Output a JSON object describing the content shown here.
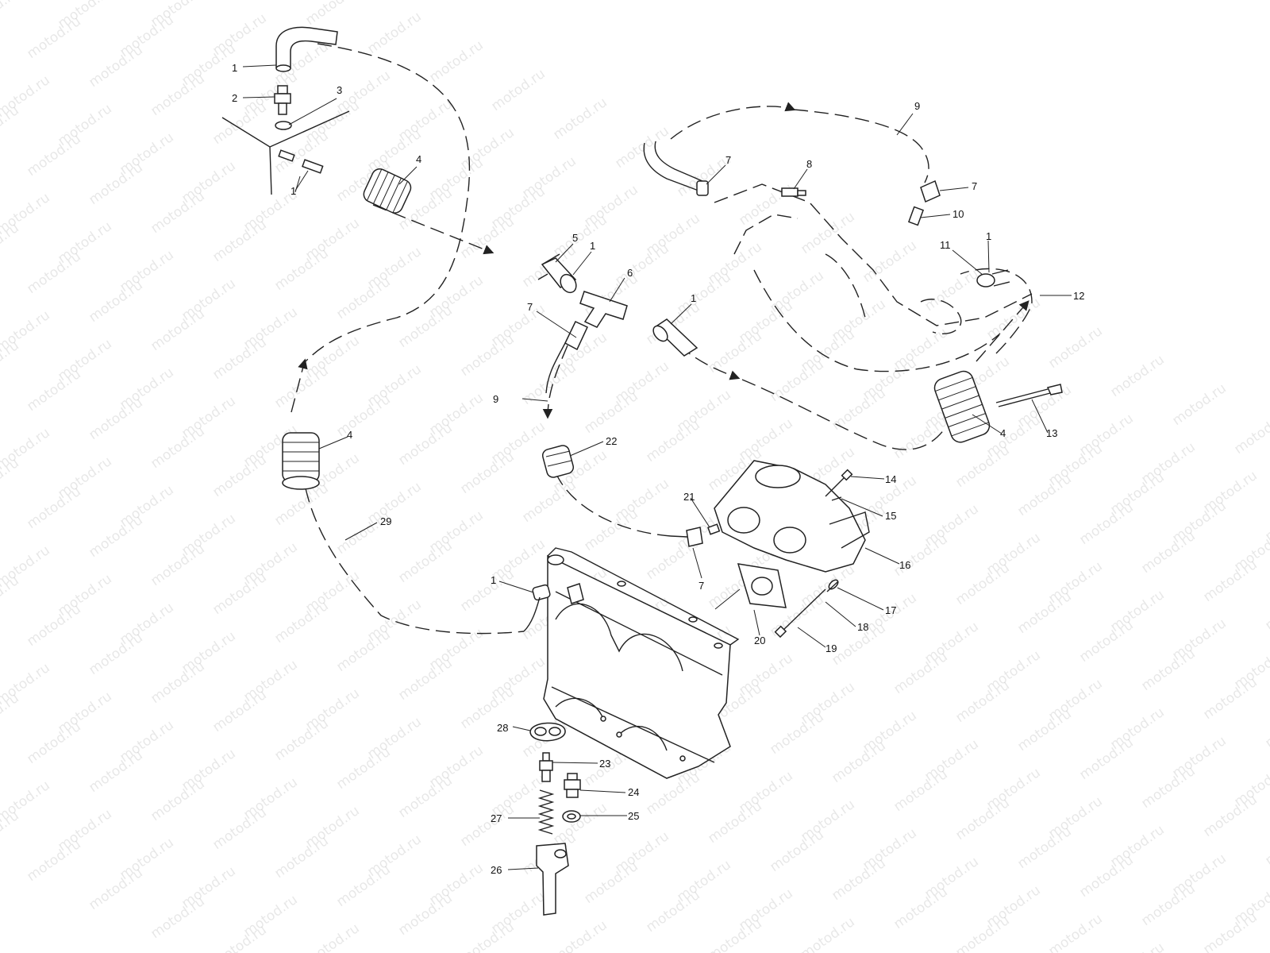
{
  "watermark": {
    "text": "motod.ru"
  },
  "callouts": [
    {
      "id": "c1a",
      "text": "1"
    },
    {
      "id": "c2",
      "text": "2"
    },
    {
      "id": "c3",
      "text": "3"
    },
    {
      "id": "c4a",
      "text": "4"
    },
    {
      "id": "c1b",
      "text": "1"
    },
    {
      "id": "c5",
      "text": "5"
    },
    {
      "id": "c1c",
      "text": "1"
    },
    {
      "id": "c6",
      "text": "6"
    },
    {
      "id": "c7a",
      "text": "7"
    },
    {
      "id": "c1d",
      "text": "1"
    },
    {
      "id": "c9a",
      "text": "9"
    },
    {
      "id": "c7b",
      "text": "7"
    },
    {
      "id": "c8",
      "text": "8"
    },
    {
      "id": "c7c",
      "text": "7"
    },
    {
      "id": "c10",
      "text": "10"
    },
    {
      "id": "c11",
      "text": "11"
    },
    {
      "id": "c1e",
      "text": "1"
    },
    {
      "id": "c12",
      "text": "12"
    },
    {
      "id": "c9b",
      "text": "9"
    },
    {
      "id": "c22",
      "text": "22"
    },
    {
      "id": "c4b",
      "text": "4"
    },
    {
      "id": "c4c",
      "text": "4"
    },
    {
      "id": "c13",
      "text": "13"
    },
    {
      "id": "c14",
      "text": "14"
    },
    {
      "id": "c15",
      "text": "15"
    },
    {
      "id": "c21",
      "text": "21"
    },
    {
      "id": "c16",
      "text": "16"
    },
    {
      "id": "c29",
      "text": "29"
    },
    {
      "id": "c7d",
      "text": "7"
    },
    {
      "id": "c1f",
      "text": "1"
    },
    {
      "id": "c17",
      "text": "17"
    },
    {
      "id": "c18",
      "text": "18"
    },
    {
      "id": "c19",
      "text": "19"
    },
    {
      "id": "c20",
      "text": "20"
    },
    {
      "id": "c28",
      "text": "28"
    },
    {
      "id": "c23",
      "text": "23"
    },
    {
      "id": "c24",
      "text": "24"
    },
    {
      "id": "c25",
      "text": "25"
    },
    {
      "id": "c27",
      "text": "27"
    },
    {
      "id": "c26",
      "text": "26"
    }
  ]
}
